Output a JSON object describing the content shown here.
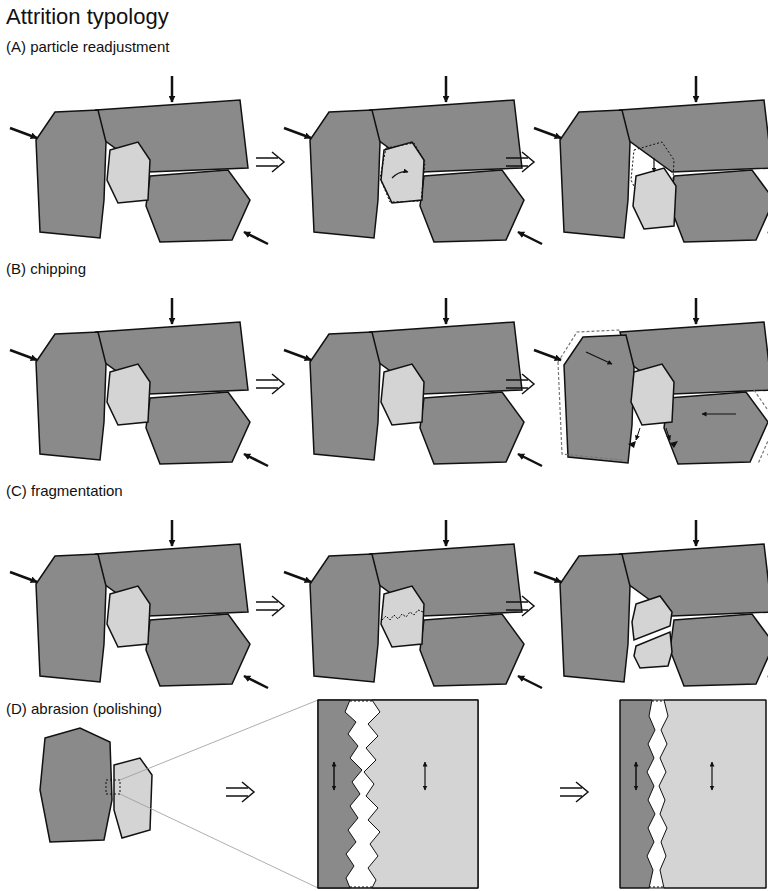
{
  "diagram": {
    "title": "Attrition typology",
    "labels": [
      "(A) particle readjustment",
      "(B) chipping",
      "(C) fragmentation",
      "(D) abrasion (polishing)"
    ]
  }
}
